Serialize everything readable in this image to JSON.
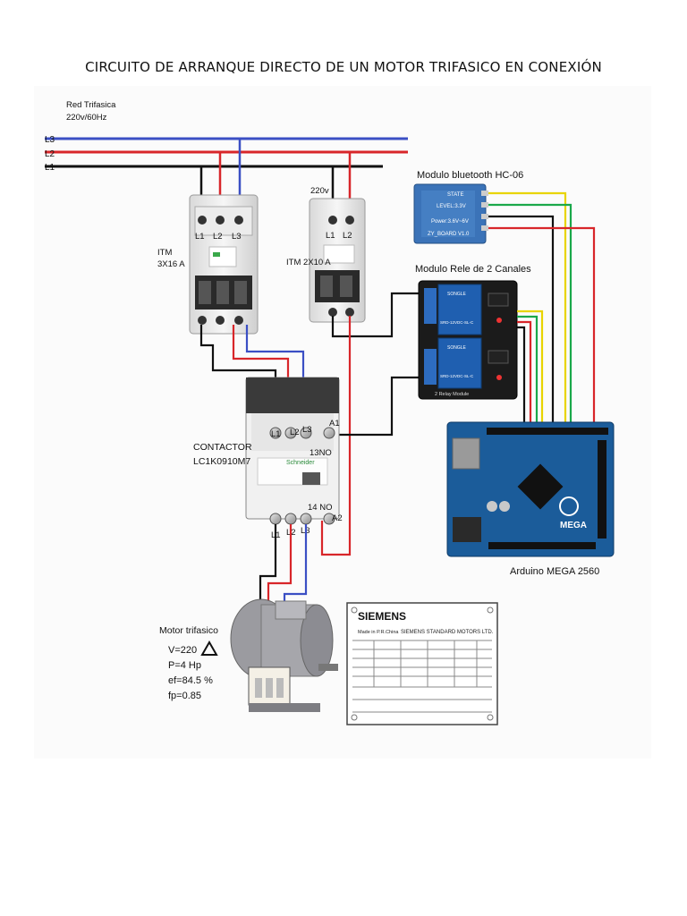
{
  "title": "CIRCUITO DE ARRANQUE DIRECTO DE UN MOTOR TRIFASICO EN CONEXIÓN",
  "supply": {
    "name": "Red Trifasica",
    "rating": "220v/60Hz",
    "lines": [
      "L3",
      "L2",
      "L1"
    ]
  },
  "itm1": {
    "name": "ITM",
    "rating": "3X16 A",
    "terminals": [
      "L1",
      "L2",
      "L3"
    ]
  },
  "itm2": {
    "name": "ITM 2X10 A",
    "voltage": "220v",
    "terminals": [
      "L1",
      "L2"
    ]
  },
  "bluetooth": {
    "name": "Modulo bluetooth HC-06",
    "pins": [
      "STATE",
      "LEVEL:3.3V",
      "Power:3.6V~6V",
      "ZY_BOARD V1.0"
    ]
  },
  "relay": {
    "name": "Modulo Rele de 2 Canales",
    "board_label": "2 Relay Module",
    "relay_text": [
      "SONGLE",
      "SRD-12VDC-SL-C"
    ]
  },
  "contactor": {
    "name": "CONTACTOR",
    "model": "LC1K0910M7",
    "top_terminals": [
      "L1",
      "L2",
      "L3"
    ],
    "coil_top": "A1",
    "coil_bottom": "A2",
    "aux_top": "13NO",
    "aux_bottom": "14 NO",
    "bottom_terminals": [
      "L1",
      "L2",
      "L3"
    ],
    "brand": "Schneider"
  },
  "arduino": {
    "name": "Arduino MEGA 2560",
    "board_text": "MEGA"
  },
  "motor": {
    "name": "Motor trifasico",
    "voltage": "V=220",
    "power": "P=4 Hp",
    "efficiency": "ef=84.5 %",
    "power_factor": "fp=0.85"
  },
  "nameplate": {
    "brand": "SIEMENS",
    "origin": "Made in P.R.China",
    "maker": "SIEMENS STANDARD MOTORS LTD."
  },
  "colors": {
    "L1": "#111111",
    "L2": "#d8262a",
    "L3": "#3b4fc4",
    "signal_yellow": "#e8d400",
    "signal_green": "#1aa84a",
    "relay_blue": "#1f5fb0",
    "arduino_blue": "#1b5c9a"
  }
}
